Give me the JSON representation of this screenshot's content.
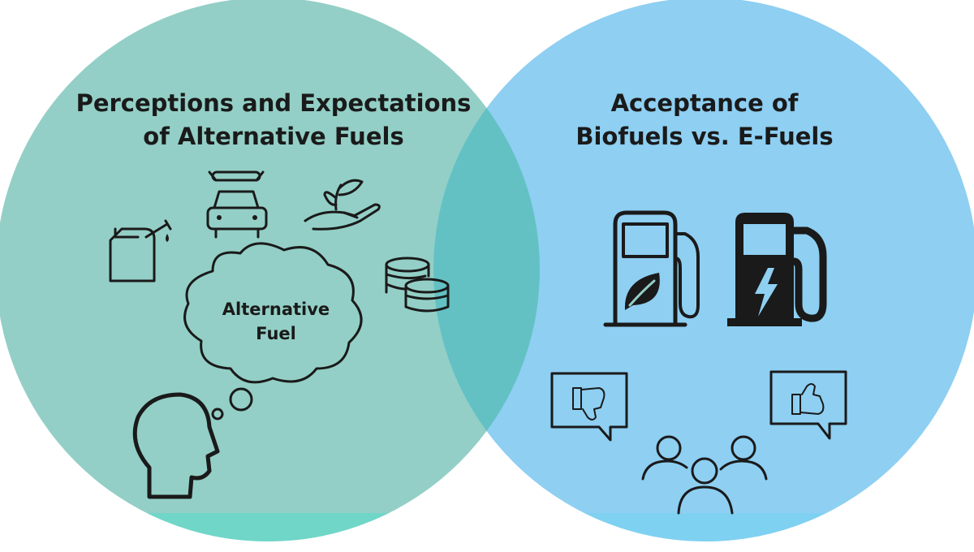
{
  "left_circle": {
    "title_line1": "Perceptions and Expectations",
    "title_line2": "of Alternative Fuels",
    "cloud_line1": "Alternative",
    "cloud_line2": "Fuel",
    "icons": [
      "fuel-canister-icon",
      "car-repair-icon",
      "hand-plant-icon",
      "coins-icon",
      "thought-cloud-icon",
      "head-profile-icon"
    ]
  },
  "right_circle": {
    "title_line1": "Acceptance of",
    "title_line2": "Biofuels vs. E-Fuels",
    "icons": [
      "biofuel-pump-icon",
      "electric-pump-icon",
      "thumbs-down-bubble-icon",
      "thumbs-up-bubble-icon",
      "people-group-icon"
    ]
  },
  "colors": {
    "left_circle": "#93cfc6",
    "right_circle": "#8ecff2",
    "overlap": "#63c1c4",
    "left_band": "#6fd6c8",
    "right_band": "#7fd1f1",
    "ink": "#1a1a1a"
  }
}
